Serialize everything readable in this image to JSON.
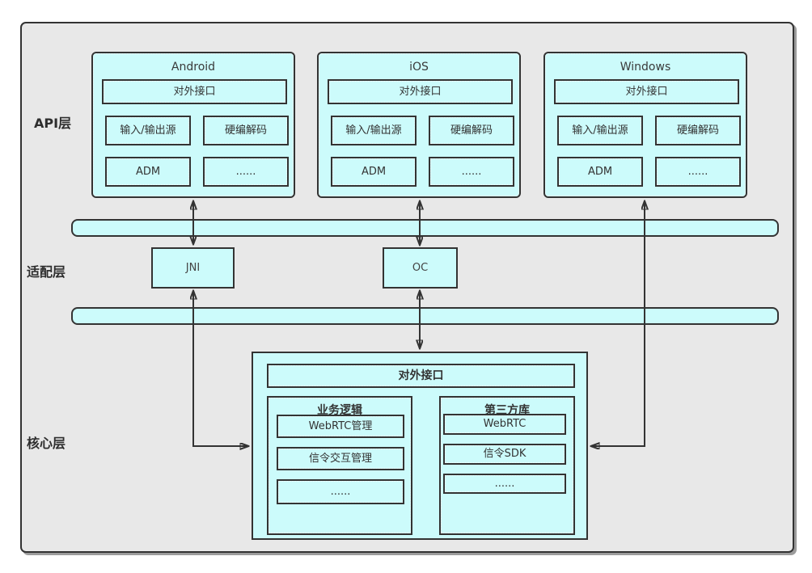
{
  "layers": [
    {
      "label": "API层"
    },
    {
      "label": "适配层"
    },
    {
      "label": "核心层"
    }
  ],
  "platforms": [
    {
      "title": "Android",
      "interface": "对外接口",
      "cells": [
        "输入/输出源",
        "硬编解码",
        "ADM",
        "......"
      ]
    },
    {
      "title": "iOS",
      "interface": "对外接口",
      "cells": [
        "输入/输出源",
        "硬编解码",
        "ADM",
        "......"
      ]
    },
    {
      "title": "Windows",
      "interface": "对外接口",
      "cells": [
        "输入/输出源",
        "硬编解码",
        "ADM",
        "......"
      ]
    }
  ],
  "adapters": [
    {
      "label": "JNI"
    },
    {
      "label": "OC"
    }
  ],
  "core": {
    "interface": "对外接口",
    "panels": [
      {
        "title": "业务逻辑",
        "items": [
          "WebRTC管理",
          "信令交互管理",
          "......"
        ]
      },
      {
        "title": "第三方库",
        "items": [
          "WebRTC",
          "信令SDK",
          "......"
        ]
      }
    ]
  },
  "colors": {
    "node_fill": "#ccfbfb",
    "node_border": "#333333",
    "frame_background": "#e8e8e8",
    "page_background": "#ffffff",
    "connector": "#333333"
  }
}
